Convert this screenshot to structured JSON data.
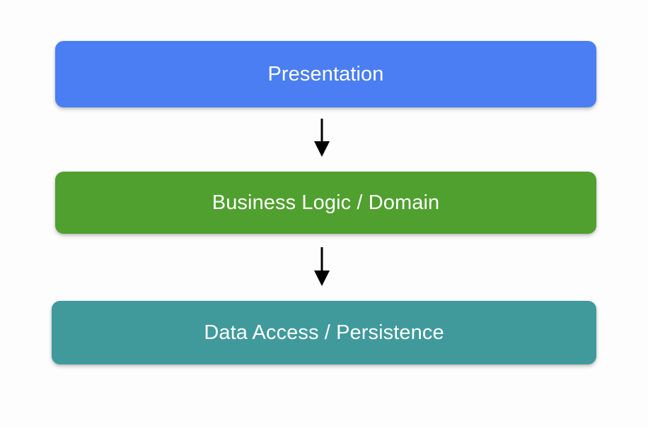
{
  "diagram": {
    "type": "layered-architecture",
    "title": "",
    "background_color": "#fdfdfd",
    "layers": [
      {
        "id": "presentation",
        "label": "Presentation",
        "color": "#4a7ef2",
        "text_color": "#ffffff",
        "order": 1
      },
      {
        "id": "business-logic",
        "label": "Business Logic / Domain",
        "color": "#4fa02e",
        "text_color": "#ffffff",
        "order": 2
      },
      {
        "id": "data-access",
        "label": "Data Access / Persistence",
        "color": "#409a9c",
        "text_color": "#ffffff",
        "order": 3
      }
    ],
    "connectors": [
      {
        "id": "arrow-presentation-to-business",
        "from": "presentation",
        "to": "business-logic",
        "direction": "down",
        "color": "#000000",
        "label": ""
      },
      {
        "id": "arrow-business-to-data",
        "from": "business-logic",
        "to": "data-access",
        "direction": "down",
        "color": "#000000",
        "label": ""
      }
    ]
  }
}
